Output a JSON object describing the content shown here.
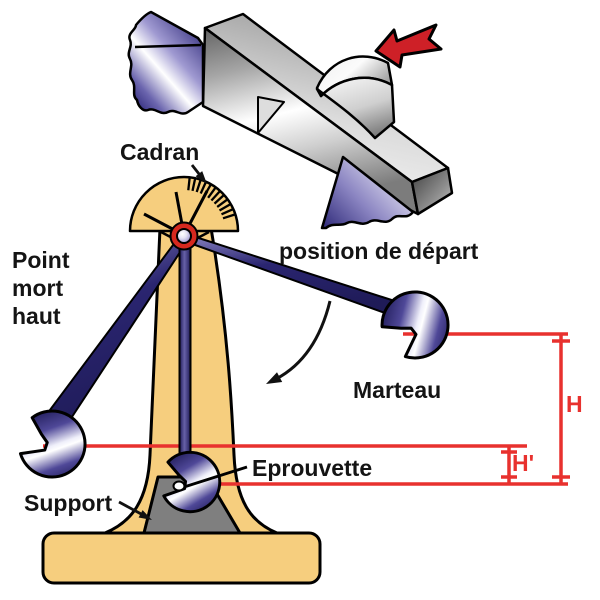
{
  "diagram": {
    "type": "charpy-impact-pendulum-test",
    "labels": {
      "cadran": "Cadran",
      "point_mort_haut": [
        "Point",
        "mort",
        "haut"
      ],
      "position_depart": "position de départ",
      "marteau": "Marteau",
      "eprouvette": "Eprouvette",
      "support": "Support",
      "height_initial": "H",
      "height_residual": "H'"
    },
    "colors": {
      "stand_tan": "#F6CE7E",
      "pendulum_navy": "#2A2570",
      "dimension_red": "#E8312E",
      "impact_arrow_red": "#CE2027",
      "support_gray": "#7F7F7F",
      "outline_black": "#000000"
    }
  }
}
